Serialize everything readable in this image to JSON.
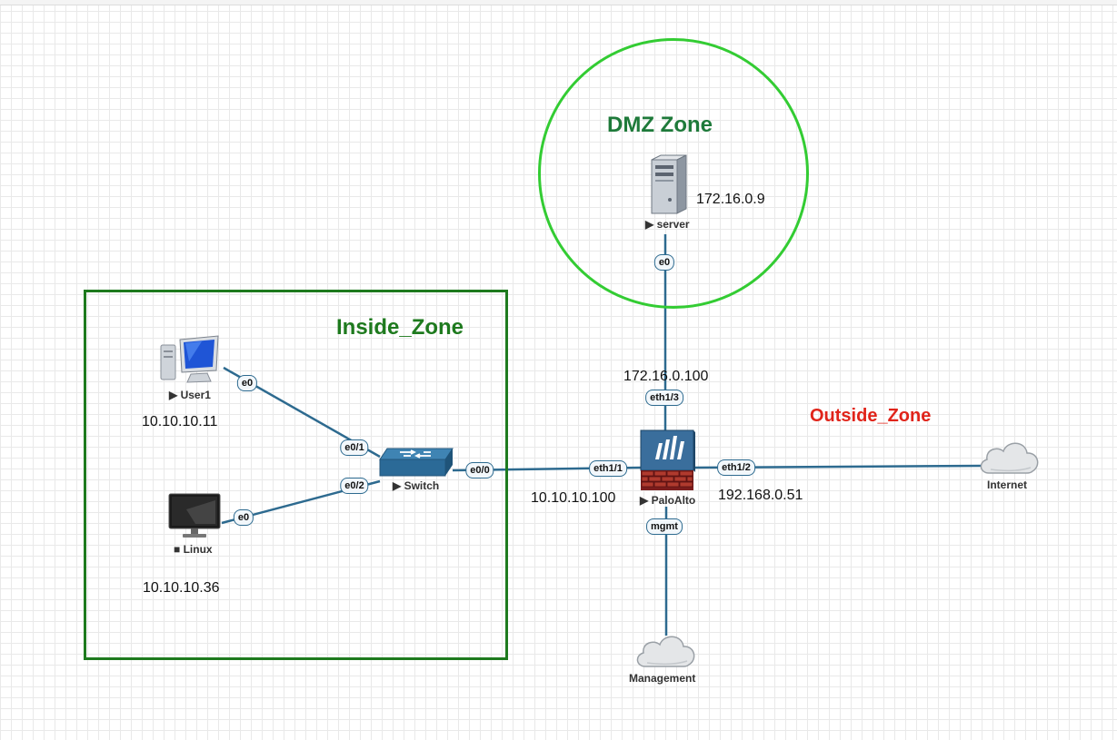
{
  "zones": {
    "inside": "Inside_Zone",
    "dmz": "DMZ Zone",
    "outside": "Outside_Zone"
  },
  "colors": {
    "link": "#2d6a8f",
    "inside_zone": "#1e7a1e",
    "dmz_zone": "#33cc33",
    "outside_text": "#e0241a"
  },
  "nodes": {
    "user1": {
      "label": "▶ User1",
      "ip": "10.10.10.11",
      "icon": "desktop-computer-icon"
    },
    "linux": {
      "label": "■ Linux",
      "ip": "10.10.10.36",
      "icon": "monitor-icon"
    },
    "switch": {
      "label": "▶ Switch",
      "icon": "switch-icon"
    },
    "server": {
      "label": "▶ server",
      "ip": "172.16.0.9",
      "icon": "server-icon"
    },
    "paloalto": {
      "label": "▶ PaloAlto",
      "icon": "firewall-icon"
    },
    "internet": {
      "label": "Internet",
      "icon": "cloud-icon"
    },
    "management": {
      "label": "Management",
      "icon": "cloud-icon"
    }
  },
  "ports": {
    "user1_e0": "e0",
    "switch_e0_1": "e0/1",
    "linux_e0": "e0",
    "switch_e0_2": "e0/2",
    "switch_e0_0": "e0/0",
    "pa_eth1_1": "eth1/1",
    "pa_eth1_3": "eth1/3",
    "server_e0": "e0",
    "pa_eth1_2": "eth1/2",
    "pa_mgmt": "mgmt"
  },
  "interface_ips": {
    "pa_eth1_1": "10.10.10.100",
    "pa_eth1_3": "172.16.0.100",
    "pa_eth1_2": "192.168.0.51"
  }
}
